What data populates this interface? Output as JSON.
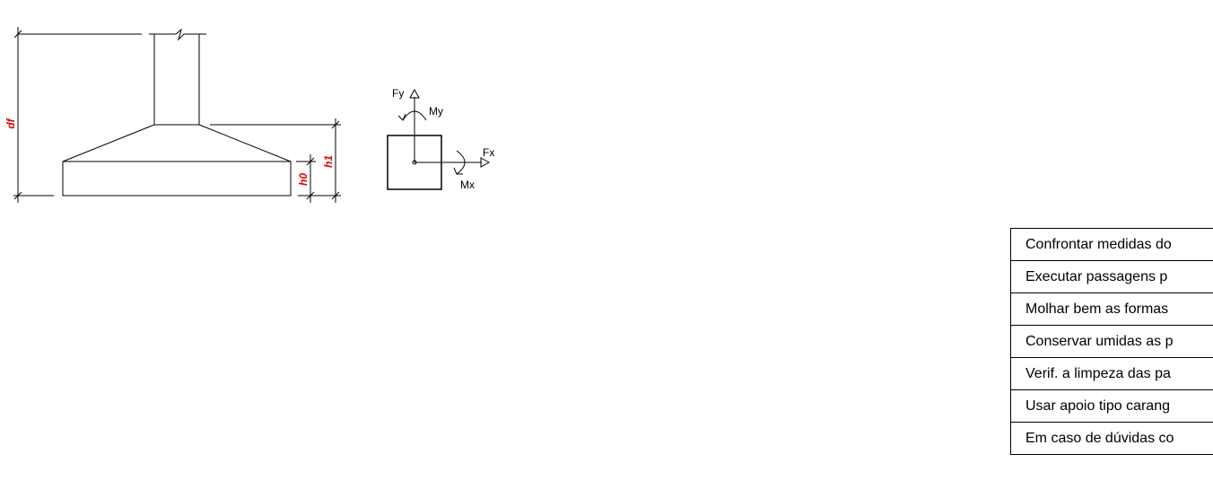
{
  "footing_section": {
    "dim_df": "df",
    "dim_h1": "h1",
    "dim_h0": "h0"
  },
  "load_symbol": {
    "fy": "Fy",
    "my": "My",
    "fx": "Fx",
    "mx": "Mx"
  },
  "notes": [
    "Confrontar medidas do",
    "Executar passagens p",
    "Molhar bem as formas",
    "Conservar umidas as p",
    "Verif. a limpeza das pa",
    "Usar apoio tipo carang",
    "Em caso de dúvidas co"
  ],
  "colors": {
    "line": "#000000",
    "dimension_label": "#e00000"
  }
}
